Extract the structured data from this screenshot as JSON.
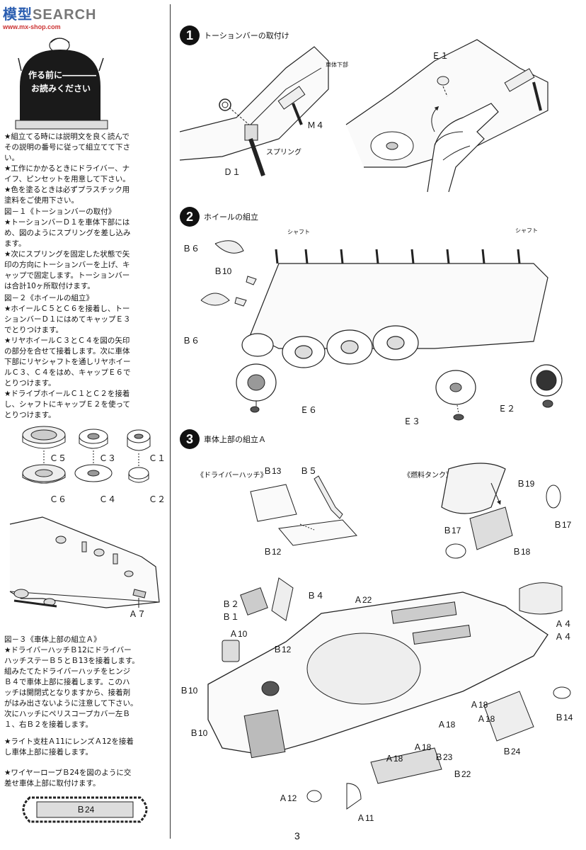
{
  "watermark": {
    "logo_a": "模型",
    "logo_b": "SEARCH",
    "url": "www.mx-shop.com"
  },
  "read_first": {
    "line1": "作る前に――――",
    "line2": "お読みください"
  },
  "intro": [
    "★組立てる時には説明文を良く読んで",
    "その説明の番号に従って組立てて下さ",
    "い。",
    "★工作にかかるときにドライバー、ナ",
    "イフ、ピンセットを用意して下さい。",
    "★色を塗るときは必ずプラスチック用",
    "塗料をご使用下さい。"
  ],
  "fig1_text": [
    "図－１《トーションバーの取付》",
    "★トーションバーＤ１を車体下部には",
    "め、図のようにスプリングを差し込み",
    "ます。",
    "★次にスプリングを固定した状態で矢",
    "印の方向にトーションバーを上げ、キ",
    "ャップで固定します。トーションバー",
    "は合計10ヶ所取付けます。"
  ],
  "fig2_text": [
    "図－２《ホイールの組立》",
    "★ホイールＣ５とＣ６を接着し、トー",
    "ションバーＤ１にはめてキャップＥ３",
    "でとりつけます。",
    "★リヤホイールＣ３とＣ４を図の矢印",
    "の部分を合せて接着します。次に車体",
    "下部にリヤシャフトを通しリヤホイー",
    "ルＣ３、Ｃ４をはめ、キャップＥ６で",
    "とりつけます。",
    "★ドライブホイールＣ１とＣ２を接着",
    "し、シャフトにキャップＥ２を使って",
    "とりつけます。"
  ],
  "fig3_text": [
    "図－３《車体上部の組立Ａ》",
    "★ドライバーハッチＢ12にドライバー",
    "ハッチステーＢ５とＢ13を接着します。",
    "組みたてたドライバーハッチをヒンジ",
    "Ｂ４で車体上部に接着します。このハ",
    "ッチは開閉式となりますから、接着剤",
    "がはみ出さないように注意して下さい。",
    "次にハッチにペリスコープカバー左Ｂ",
    "１、右Ｂ２を接着します。"
  ],
  "fig3_text_b": [
    "★ライト支柱Ａ11にレンズＡ12を接着",
    "し車体上部に接着します。"
  ],
  "fig3_text_c": [
    "★ワイヤーロープＢ24を図のように交",
    "差せ車体上部に取付けます。"
  ],
  "left_parts": {
    "c5": "Ｃ５",
    "c3": "Ｃ３",
    "c1": "Ｃ１",
    "c6": "Ｃ６",
    "c4": "Ｃ４",
    "c2": "Ｃ２",
    "a7": "Ａ７",
    "b24": "Ｂ24"
  },
  "step1": {
    "num": "1",
    "title": "トーションバーの取付け",
    "labels": {
      "hull_lower": "車体下部",
      "m4": "Ｍ４",
      "spring": "スプリング",
      "d1": "Ｄ１",
      "e1": "Ｅ１"
    }
  },
  "step2": {
    "num": "2",
    "title": "ホイールの組立",
    "labels": {
      "shaft_l": "シャフト",
      "shaft_r": "シャフト",
      "b6a": "Ｂ６",
      "b10": "Ｂ10",
      "b6b": "Ｂ６",
      "e6": "Ｅ６",
      "e3": "Ｅ３",
      "e2": "Ｅ２"
    }
  },
  "step3": {
    "num": "3",
    "title": "車体上部の組立Ａ",
    "driver_hatch": "《ドライバーハッチ》",
    "fuel_tank": "《燃料タンク》",
    "labels": {
      "b13": "Ｂ13",
      "b5": "Ｂ５",
      "b12a": "Ｂ12",
      "b19": "Ｂ19",
      "b17a": "Ｂ17",
      "b17b": "Ｂ17",
      "b18": "Ｂ18",
      "b4": "Ｂ４",
      "b2": "Ｂ２",
      "b1": "Ｂ１",
      "a22": "Ａ22",
      "a10": "Ａ10",
      "b12b": "Ｂ12",
      "a4a": "Ａ４",
      "a4b": "Ａ４",
      "b10a": "Ｂ10",
      "b10b": "Ｂ10",
      "b14": "Ｂ14",
      "a18a": "Ａ18",
      "a18b": "Ａ18",
      "a18c": "Ａ18",
      "a18d": "Ａ18",
      "a18e": "Ａ18",
      "b23": "Ｂ23",
      "b24": "Ｂ24",
      "b22": "Ｂ22",
      "a12": "Ａ12",
      "a11": "Ａ11"
    }
  },
  "page_number": "3"
}
